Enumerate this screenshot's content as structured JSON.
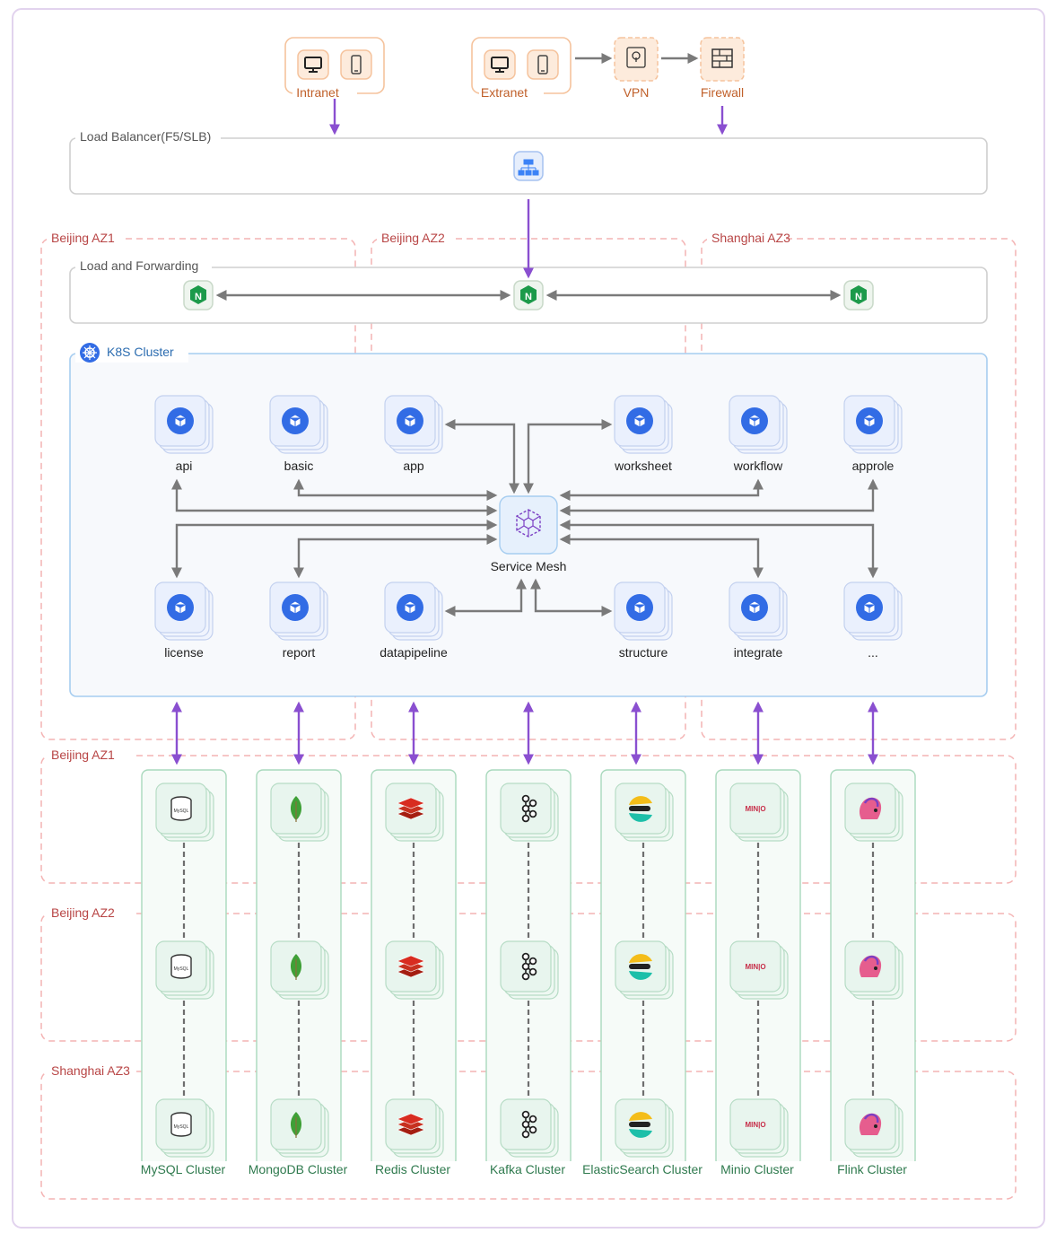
{
  "clients": [
    {
      "label": "Intranet",
      "icons": [
        "monitor-icon",
        "phone-icon"
      ]
    },
    {
      "label": "Extranet",
      "icons": [
        "monitor-icon",
        "phone-icon"
      ]
    }
  ],
  "vpn": {
    "label": "VPN",
    "icon": "vpn-lock-icon"
  },
  "firewall": {
    "label": "Firewall",
    "icon": "firewall-brick-icon"
  },
  "load_balancer": {
    "label": "Load Balancer(F5/SLB)",
    "icon": "network-tree-icon"
  },
  "zones_top": [
    "Beijing AZ1",
    "Beijing AZ2",
    "Shanghai AZ3"
  ],
  "forwarding": {
    "label": "Load and Forwarding",
    "node_letter": "N",
    "icon": "nginx-icon"
  },
  "k8s": {
    "label": "K8S Cluster",
    "icon": "kubernetes-helm-icon"
  },
  "service_mesh": {
    "label": "Service Mesh",
    "icon": "cube-network-icon"
  },
  "services_top": [
    "api",
    "basic",
    "app",
    "worksheet",
    "workflow",
    "approle"
  ],
  "services_bottom": [
    "license",
    "report",
    "datapipeline",
    "structure",
    "integrate",
    "..."
  ],
  "zones_data": [
    "Beijing AZ1",
    "Beijing AZ2",
    "Shanghai AZ3"
  ],
  "data_clusters": [
    {
      "label": "MySQL Cluster",
      "icon": "mysql-icon",
      "glyph": "MySQL"
    },
    {
      "label": "MongoDB Cluster",
      "icon": "mongodb-leaf-icon",
      "glyph": ""
    },
    {
      "label": "Redis Cluster",
      "icon": "redis-icon",
      "glyph": ""
    },
    {
      "label": "Kafka Cluster",
      "icon": "kafka-icon",
      "glyph": ""
    },
    {
      "label": "ElasticSearch Cluster",
      "icon": "elasticsearch-icon",
      "glyph": ""
    },
    {
      "label": "Minio Cluster",
      "icon": "minio-icon",
      "glyph": "MIN|O"
    },
    {
      "label": "Flink Cluster",
      "icon": "flink-squirrel-icon",
      "glyph": ""
    }
  ],
  "colors": {
    "client_border": "#f5c39d",
    "client_label": "#c0602a",
    "zone_dash": "#f4b4b4",
    "zone_label": "#b84545",
    "k8s_border": "#a6cdf0",
    "k8s_label": "#2b6cb0",
    "purple_arrow": "#8a4fd0",
    "gray_arrow": "#7a7a7a",
    "data_border": "#a9d9bd",
    "data_label": "#2f7a4e",
    "service_blue": "#326ce5"
  }
}
